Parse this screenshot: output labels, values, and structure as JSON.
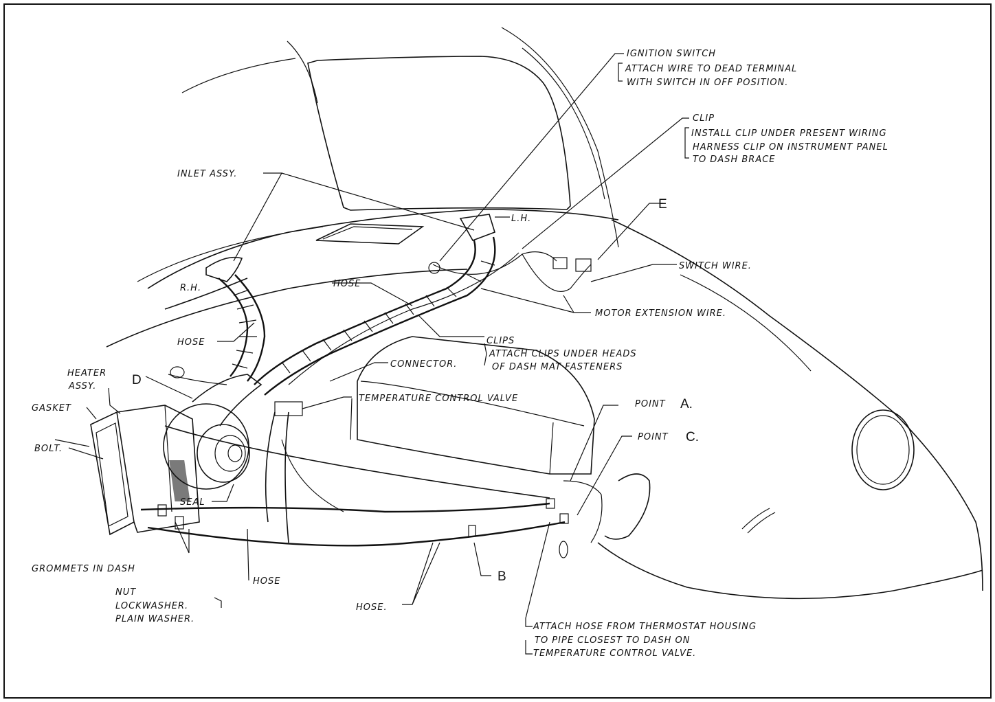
{
  "labels": {
    "ignition_switch": "IGNITION SWITCH",
    "ignition_note_1": "ATTACH WIRE TO DEAD TERMINAL",
    "ignition_note_2": "WITH SWITCH IN OFF POSITION.",
    "clip": "CLIP",
    "clip_note_1": "INSTALL CLIP UNDER PRESENT WIRING",
    "clip_note_2": "HARNESS CLIP ON INSTRUMENT PANEL",
    "clip_note_3": "TO DASH BRACE",
    "inlet_assy": "INLET ASSY.",
    "lh": "L.H.",
    "rh": "R.H.",
    "e": "E",
    "switch_wire": "SWITCH WIRE.",
    "motor_extension_wire": "MOTOR EXTENSION WIRE.",
    "hose_top": "HOSE",
    "hose_left": "HOSE",
    "clips": "CLIPS",
    "clips_note_1": "ATTACH CLIPS UNDER HEADS",
    "clips_note_2": "OF DASH MAT FASTENERS",
    "connector": "CONNECTOR.",
    "heater_assy_1": "HEATER",
    "heater_assy_2": "ASSY.",
    "d": "D",
    "temperature_control_valve": "TEMPERATURE CONTROL VALVE",
    "gasket": "GASKET",
    "bolt": "BOLT.",
    "point_a_word": "POINT",
    "point_a_letter": "A.",
    "point_c_word": "POINT",
    "point_c_letter": "C.",
    "seal": "SEAL",
    "grommets_in_dash": "GROMMETS IN DASH",
    "hose_bottom": "HOSE",
    "b": "B",
    "nut": "NUT",
    "lockwasher": "LOCKWASHER.",
    "plain_washer": "PLAIN WASHER.",
    "hose_lower": "HOSE.",
    "attach_hose_1": "ATTACH HOSE FROM THERMOSTAT HOUSING",
    "attach_hose_2": "TO PIPE CLOSEST TO DASH ON",
    "attach_hose_3": "TEMPERATURE CONTROL VALVE."
  }
}
